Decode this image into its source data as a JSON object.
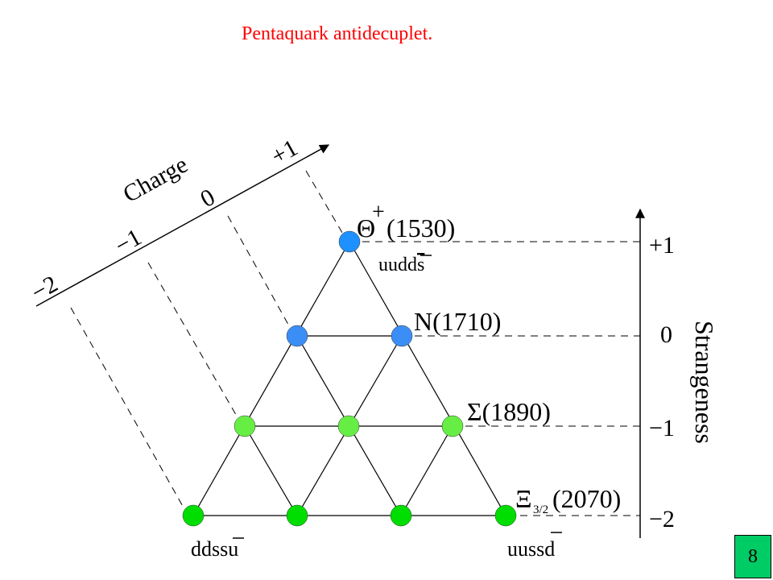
{
  "title": "Pentaquark antidecuplet.",
  "page_number": "8",
  "charge_axis": {
    "label": "Charge",
    "ticks": [
      "−2",
      "−1",
      "0",
      "+1"
    ]
  },
  "strangeness_axis": {
    "label": "Strangeness",
    "ticks": [
      "+1",
      "0",
      "−1",
      "−2"
    ]
  },
  "particles": {
    "theta": {
      "symbol": "Θ",
      "charge": "+",
      "mass": "(1530)",
      "quarks": "uudd",
      "antiquark": "s"
    },
    "nucleon": {
      "name": "N(1710)"
    },
    "sigma": {
      "name": "Σ(1890)"
    },
    "xi": {
      "symbol": "Ξ",
      "subscript": "3/2",
      "mass": "(2070)"
    }
  },
  "quark_labels": {
    "bottom_left": {
      "quarks": "ddss",
      "antiquark": "u"
    },
    "bottom_right": {
      "quarks": "uuss",
      "antiquark": "d"
    }
  },
  "colors": {
    "title": "#ff0000",
    "row_plus1": "#1e90ff",
    "row_0": "#3b8ef5",
    "row_minus1": "#66ee44",
    "row_minus2": "#00dd00",
    "page_badge": "#00cc66"
  }
}
